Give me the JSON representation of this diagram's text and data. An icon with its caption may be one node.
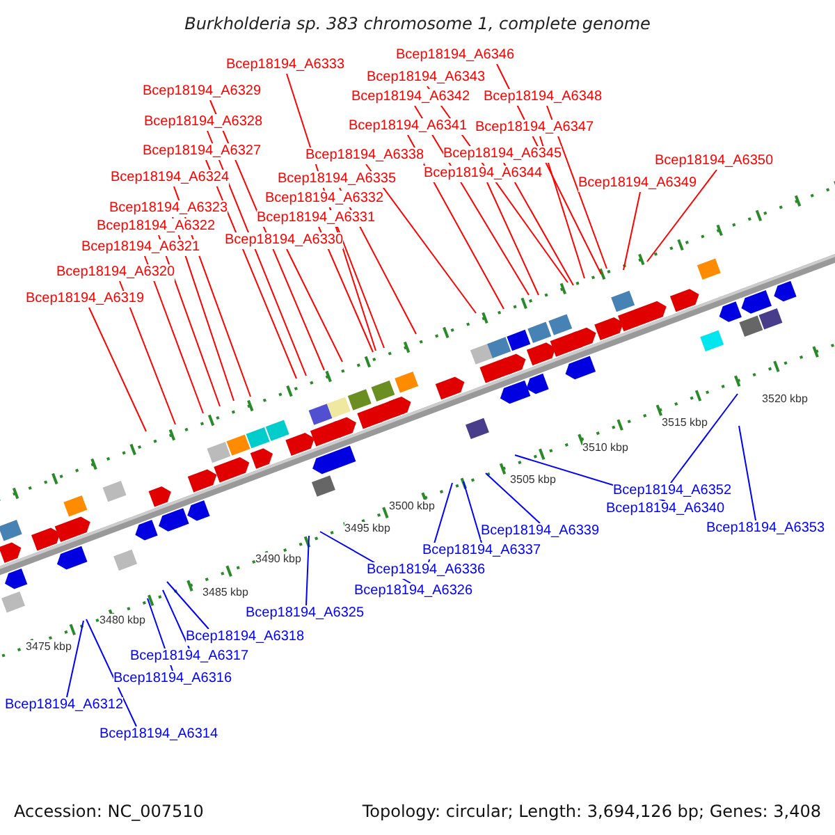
{
  "diagram": {
    "title": "Burkholderia sp. 383 chromosome 1, complete genome",
    "nodes": [
      {
        "text": [
          "Bcep18194_A6346"
        ]
      },
      {
        "text": [
          "Bcep18194_A6333"
        ]
      },
      {
        "text": [
          "Bcep18194_A6343"
        ]
      },
      {
        "text": [
          "Bcep18194_A6329"
        ]
      },
      {
        "text": [
          "Bcep18194_A6342"
        ]
      },
      {
        "text": [
          "Bcep18194_A6348"
        ]
      },
      {
        "text": [
          "Bcep18194_A6328"
        ]
      },
      {
        "text": [
          "Bcep18194_A6341"
        ]
      },
      {
        "text": [
          "Bcep18194_A6347"
        ]
      },
      {
        "text": [
          "Bcep18194_A6327"
        ]
      },
      {
        "text": [
          "Bcep18194_A6338"
        ]
      },
      {
        "text": [
          "Bcep18194_A6345"
        ]
      },
      {
        "text": [
          "Bcep18194_A6350"
        ]
      },
      {
        "text": [
          "Bcep18194_A6324"
        ]
      },
      {
        "text": [
          "Bcep18194_A6335"
        ]
      },
      {
        "text": [
          "Bcep18194_A6344"
        ]
      },
      {
        "text": [
          "Bcep18194_A6349"
        ]
      },
      {
        "text": [
          "Bcep18194_A6332"
        ]
      },
      {
        "text": [
          "Bcep18194_A6323"
        ]
      },
      {
        "text": [
          "Bcep18194_A6331"
        ]
      },
      {
        "text": [
          "Bcep18194_A6322"
        ]
      },
      {
        "text": [
          "Bcep18194_A6321"
        ]
      },
      {
        "text": [
          "Bcep18194_A6330"
        ]
      },
      {
        "text": [
          "Bcep18194_A6320"
        ]
      },
      {
        "text": [
          "Bcep18194_A6319"
        ]
      },
      {
        "text": [
          "Bcep18194_A6352"
        ]
      },
      {
        "text": [
          "Bcep18194_A6340"
        ]
      },
      {
        "text": [
          "Bcep18194_A6353"
        ]
      },
      {
        "text": [
          "Bcep18194_A6339"
        ]
      },
      {
        "text": [
          "Bcep18194_A6337"
        ]
      },
      {
        "text": [
          "Bcep18194_A6336"
        ]
      },
      {
        "text": [
          "Bcep18194_A6326"
        ]
      },
      {
        "text": [
          "Bcep18194_A6325"
        ]
      },
      {
        "text": [
          "Bcep18194_A6318"
        ]
      },
      {
        "text": [
          "Bcep18194_A6317"
        ]
      },
      {
        "text": [
          "Bcep18194_A6316"
        ]
      },
      {
        "text": [
          "Bcep18194_A6312"
        ]
      },
      {
        "text": [
          "Bcep18194_A6314"
        ]
      }
    ],
    "edges": [
      {
        "from": 0,
        "to": null,
        "arrow": "none"
      },
      {
        "from": 1,
        "to": null,
        "arrow": "none"
      },
      {
        "from": 2,
        "to": null,
        "arrow": "none"
      },
      {
        "from": 3,
        "to": null,
        "arrow": "none"
      },
      {
        "from": 4,
        "to": null,
        "arrow": "none"
      },
      {
        "from": 5,
        "to": null,
        "arrow": "none"
      },
      {
        "from": 6,
        "to": null,
        "arrow": "none"
      },
      {
        "from": 7,
        "to": null,
        "arrow": "none"
      },
      {
        "from": 8,
        "to": null,
        "arrow": "none"
      },
      {
        "from": 9,
        "to": null,
        "arrow": "none"
      },
      {
        "from": 10,
        "to": null,
        "arrow": "none"
      },
      {
        "from": 11,
        "to": null,
        "arrow": "none"
      },
      {
        "from": 12,
        "to": null,
        "arrow": "none"
      },
      {
        "from": 13,
        "to": null,
        "arrow": "none"
      },
      {
        "from": 14,
        "to": null,
        "arrow": "none"
      },
      {
        "from": 15,
        "to": null,
        "arrow": "none"
      },
      {
        "from": 16,
        "to": null,
        "arrow": "none"
      },
      {
        "from": 17,
        "to": null,
        "arrow": "none"
      },
      {
        "from": 18,
        "to": null,
        "arrow": "none"
      },
      {
        "from": 19,
        "to": null,
        "arrow": "none"
      },
      {
        "from": 20,
        "to": null,
        "arrow": "none"
      },
      {
        "from": 21,
        "to": null,
        "arrow": "none"
      },
      {
        "from": 22,
        "to": null,
        "arrow": "none"
      },
      {
        "from": 23,
        "to": null,
        "arrow": "none"
      },
      {
        "from": 24,
        "to": null,
        "arrow": "none"
      },
      {
        "from": 25,
        "to": null,
        "arrow": "none",
        "color": "#0000ff"
      },
      {
        "from": 26,
        "to": null,
        "arrow": "none",
        "color": "#0000ff"
      },
      {
        "from": 27,
        "to": null,
        "arrow": "none",
        "color": "#0000ff"
      },
      {
        "from": 28,
        "to": null,
        "arrow": "none",
        "color": "#0000ff"
      },
      {
        "from": 29,
        "to": null,
        "arrow": "none",
        "color": "#0000ff"
      },
      {
        "from": 30,
        "to": null,
        "arrow": "none",
        "color": "#0000ff"
      },
      {
        "from": 31,
        "to": null,
        "arrow": "none",
        "color": "#0000ff"
      },
      {
        "from": 32,
        "to": null,
        "arrow": "none",
        "color": "#0000ff"
      },
      {
        "from": 33,
        "to": null,
        "arrow": "none",
        "color": "#0000ff"
      },
      {
        "from": 34,
        "to": null,
        "arrow": "none",
        "color": "#0000ff"
      },
      {
        "from": 35,
        "to": null,
        "arrow": "none",
        "color": "#0000ff"
      },
      {
        "from": 36,
        "to": null,
        "arrow": "none",
        "color": "#0000ff"
      },
      {
        "from": 37,
        "to": null,
        "arrow": "none",
        "color": "#0000ff"
      }
    ],
    "labels": [
      "3520 kbp",
      "3515 kbp",
      "3510 kbp",
      "3505 kbp",
      "3500 kbp",
      "3495 kbp",
      "3490 kbp",
      "3485 kbp",
      "3480 kbp",
      "3475 kbp",
      "Accession: NC_007510",
      "Topology: circular; Length: 3,694,126 bp; Genes: 3,408"
    ]
  }
}
